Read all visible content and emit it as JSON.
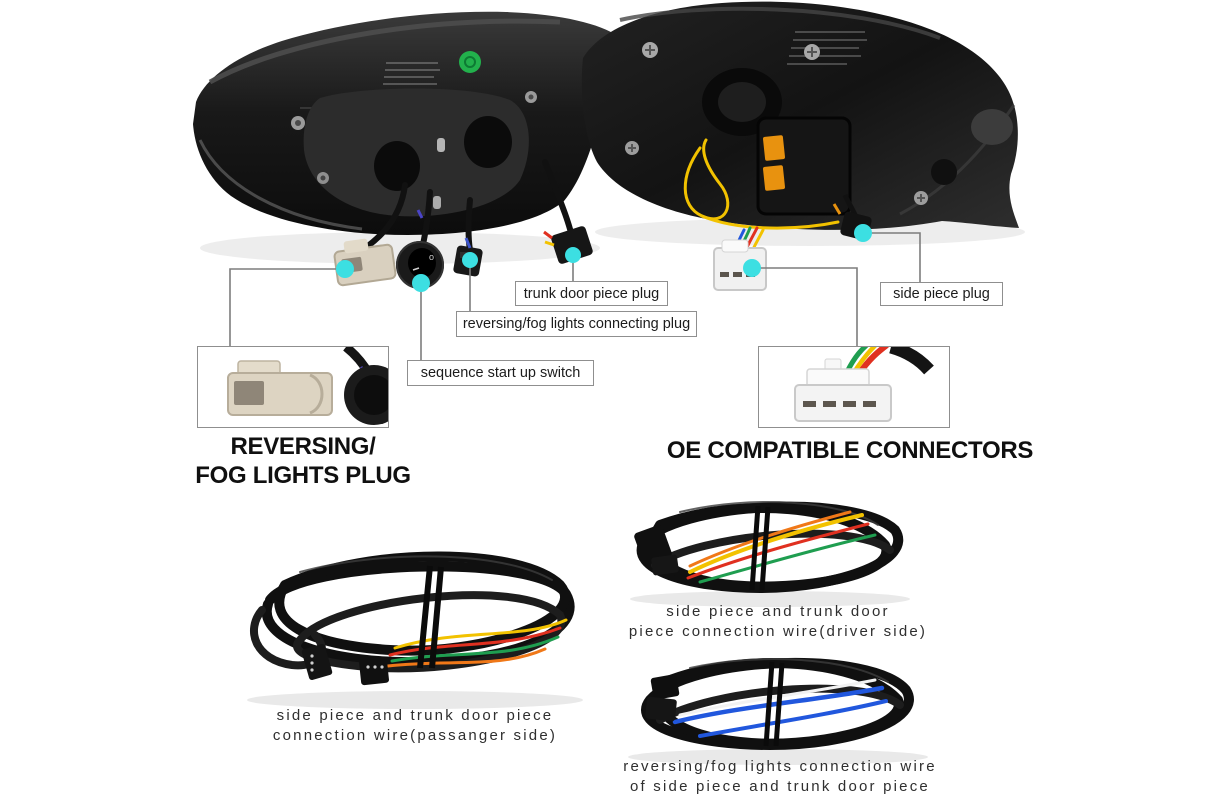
{
  "image": {
    "description": "Annotated rear view of two tail light assemblies with wiring harnesses"
  },
  "colors": {
    "marker_cyan": "#3CDFE2",
    "line_gray": "#7d7d7d",
    "label_border": "#8f8f8f",
    "text_dark": "#1c1c1c",
    "caption_gray": "#2f2f2f",
    "sticker_green": "#22b14c",
    "amber": "#e8920f",
    "wire_yellow": "#f2c200",
    "wire_red": "#e03020",
    "wire_green": "#1f9e50",
    "wire_blue": "#2157dd",
    "wire_orange": "#f07818",
    "wire_white": "#f2f2f2"
  },
  "callouts": {
    "trunk_door": {
      "label": "trunk door piece plug"
    },
    "reversing_plug": {
      "label": "reversing/fog lights connecting plug"
    },
    "sequence_switch": {
      "label": "sequence start up switch"
    },
    "side_piece": {
      "label": "side piece plug"
    }
  },
  "headings": {
    "reversing_fog_line1": "REVERSING/",
    "reversing_fog_line2": "FOG LIGHTS PLUG",
    "oe_connectors": "OE COMPATIBLE CONNECTORS"
  },
  "captions": {
    "driver_side_line1": "side piece and trunk door",
    "driver_side_line2": "piece connection wire(driver side)",
    "passenger_side_line1": "side piece and trunk door piece",
    "passenger_side_line2": "connection wire(passanger side)",
    "reversing_line1": "reversing/fog lights connection wire",
    "reversing_line2": "of side piece and trunk door piece"
  }
}
